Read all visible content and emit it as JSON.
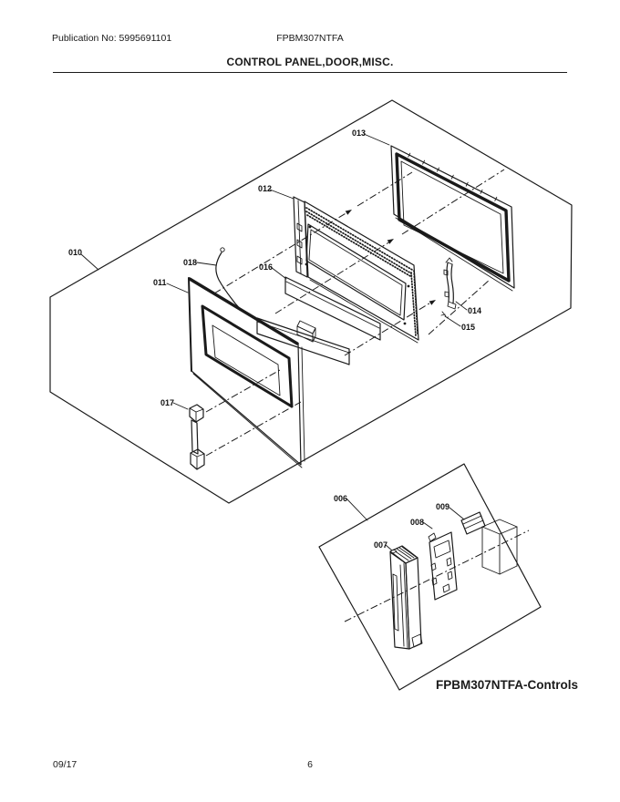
{
  "page": {
    "publication_no": "Publication No: 5995691101",
    "model": "FPBM307NTFA",
    "title": "CONTROL PANEL,DOOR,MISC.",
    "controls_caption": "FPBM307NTFA-Controls",
    "footer_date": "09/17",
    "footer_page": "6"
  },
  "callouts": {
    "c006": "006",
    "c007": "007",
    "c008": "008",
    "c009": "009",
    "c010": "010",
    "c011": "011",
    "c012": "012",
    "c013": "013",
    "c014": "014",
    "c015": "015",
    "c016": "016",
    "c017": "017",
    "c018": "018"
  }
}
